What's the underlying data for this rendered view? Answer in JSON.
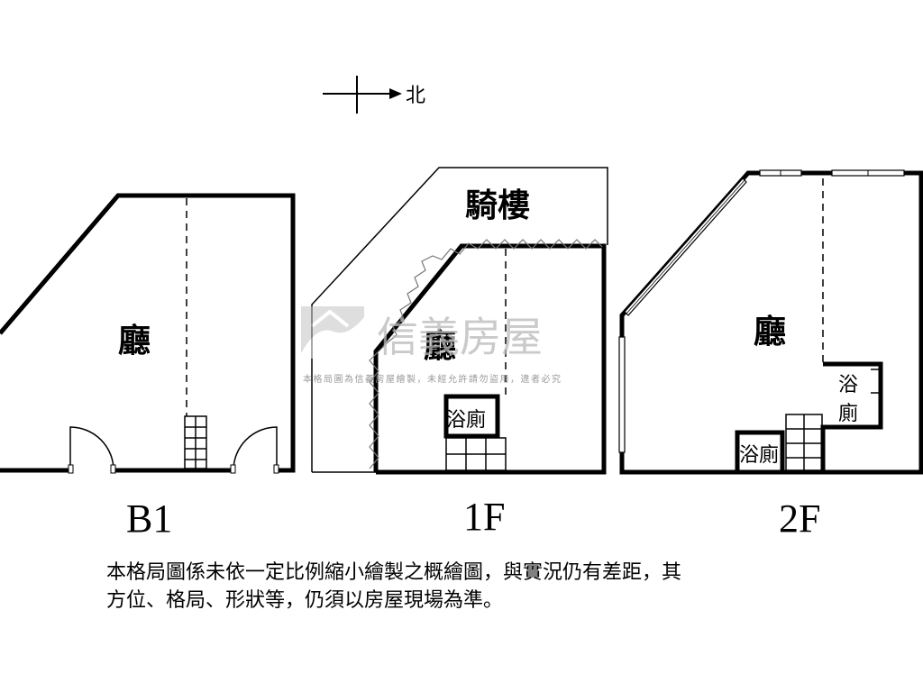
{
  "compass": {
    "label": "北"
  },
  "floors": [
    {
      "id": "b1",
      "label": "B1",
      "room": "廳"
    },
    {
      "id": "1f",
      "label": "1F",
      "room": "廳",
      "arcade": "騎樓",
      "bath": "浴廁"
    },
    {
      "id": "2f",
      "label": "2F",
      "room": "廳",
      "bath_small": "浴廁",
      "bath_upper_1": "浴",
      "bath_upper_2": "廁"
    }
  ],
  "watermark": {
    "brand": "信義房屋",
    "notice": "本格局圖為信義房屋繪製，未經允許請勿盜用，違者必究",
    "color": "#b9b9b9"
  },
  "note": {
    "line1": "本格局圖係未依一定比例縮小繪製之概繪圖，與實況仍有差距，其",
    "line2": "方位、格局、形狀等，仍須以房屋現場為準。"
  }
}
